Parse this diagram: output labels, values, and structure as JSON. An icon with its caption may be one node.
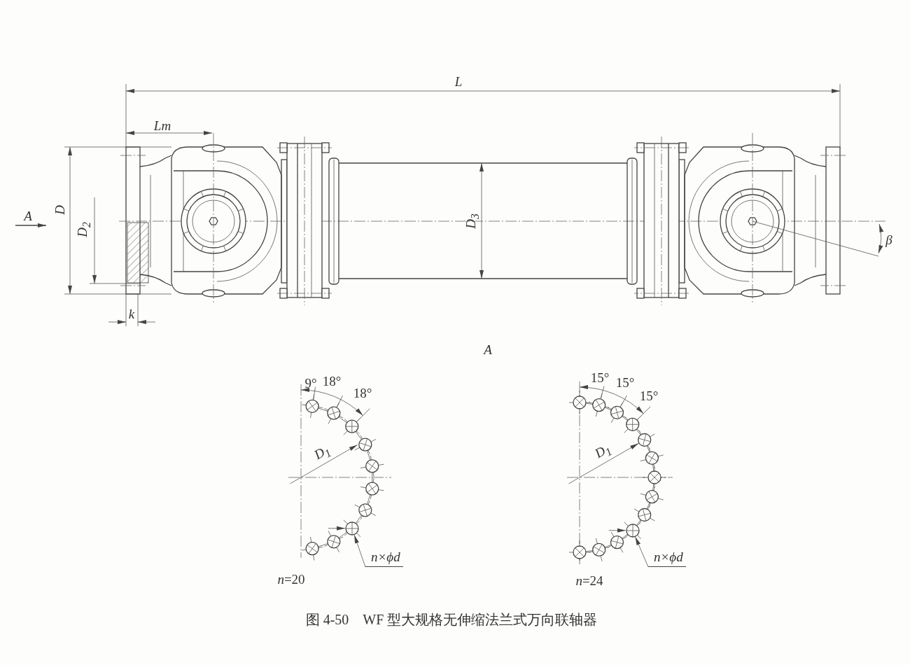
{
  "diagram": {
    "caption": "图 4-50　WF 型大规格无伸缩法兰式万向联轴器",
    "nodes": [
      {
        "text": [],
        "shape": "circle"
      },
      {
        "text": [
          "n×ϕd"
        ]
      },
      {
        "text": [],
        "shape": "circle"
      },
      {
        "text": [
          "n×ϕd"
        ]
      }
    ],
    "edges": [
      {
        "from": 1,
        "to": 0,
        "arrow": "to"
      },
      {
        "from": 3,
        "to": 2,
        "arrow": "to"
      }
    ],
    "labels": [
      "L",
      "Lm",
      "A",
      "D",
      "D$_{2}$",
      "D$_{3}$",
      "k",
      "β",
      "A",
      "9°",
      "18°",
      "18°",
      "D$_{1}$",
      "*n*=20",
      "15°",
      "15°",
      "15°",
      "D$_{1}$",
      "*n*=24"
    ]
  }
}
